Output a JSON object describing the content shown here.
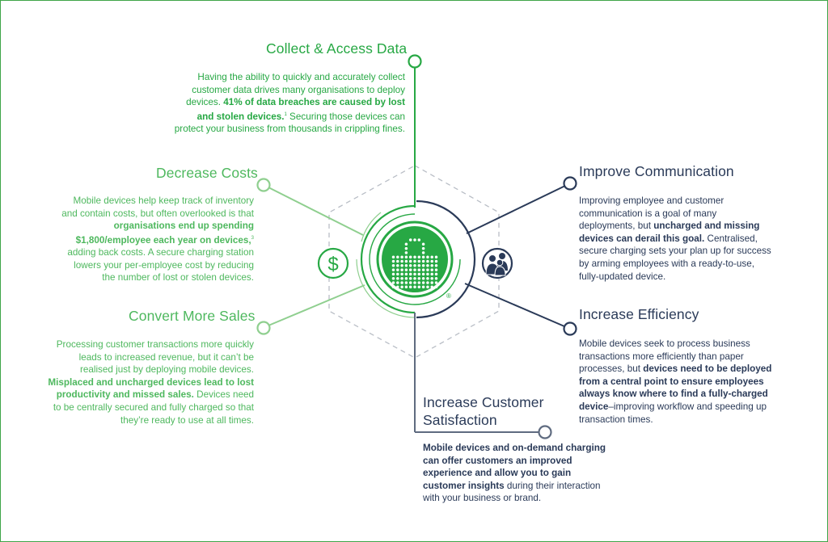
{
  "sections": {
    "collect": {
      "title": "Collect & Access Data",
      "t1": "Having the ability to quickly and accurately collect customer data drives many organisations to deploy devices. ",
      "b1": "41% of data breaches are caused by lost and stolen devices.",
      "sup": "1",
      "t2": " Securing those devices can protect your business from thousands in crippling fines."
    },
    "costs": {
      "title": "Decrease Costs",
      "t1": "Mobile devices help keep track of inventory and contain costs, but often overlooked is that ",
      "b1": "organisations end up spending $1,800/employee each year on devices,",
      "sup": "3",
      "t2": " adding back costs. A secure charging station lowers your per-employee cost by reducing the number of lost or stolen devices."
    },
    "sales": {
      "title": "Convert More Sales",
      "t1": "Processing customer transactions more quickly leads to increased revenue, but it can’t be realised just by deploying mobile devices. ",
      "b1": "Misplaced and uncharged devices lead to lost productivity and missed sales.",
      "t2": " Devices need to be centrally secured and fully charged so that they’re ready to use at all times."
    },
    "communication": {
      "title": "Improve Communication",
      "t1": "Improving employee and customer communication is a goal of many deployments, but ",
      "b1": "uncharged and missing devices can derail this goal.",
      "t2": " Centralised, secure charging sets your plan up for success by arming employees with a ready-to-use, fully-updated device."
    },
    "efficiency": {
      "title": "Increase Efficiency",
      "t1": "Mobile devices seek to process business transactions more efficiently than paper processes, but ",
      "b1": "devices need to be deployed from a central point to ensure employees always know where to find a fully-charged device",
      "t2": "–improving workflow and speeding up transaction times."
    },
    "satisfaction": {
      "title_line1": "Increase Customer",
      "title_line2": "Satisfaction",
      "b1": "Mobile devices and on-demand charging can offer customers an improved experience and allow you to gain customer insights",
      "t2": " during their interaction with your business or brand."
    }
  },
  "center": {
    "registered_mark": "®",
    "dollar_symbol": "$",
    "logo_icon": "dotted-lock-icon",
    "people_icon": "people-group-icon"
  },
  "colors": {
    "green": "#27a844",
    "light_green": "#8fcf8f",
    "navy": "#2a3a58",
    "slate": "#5f6b80",
    "hexagon": "#b9bec6"
  }
}
